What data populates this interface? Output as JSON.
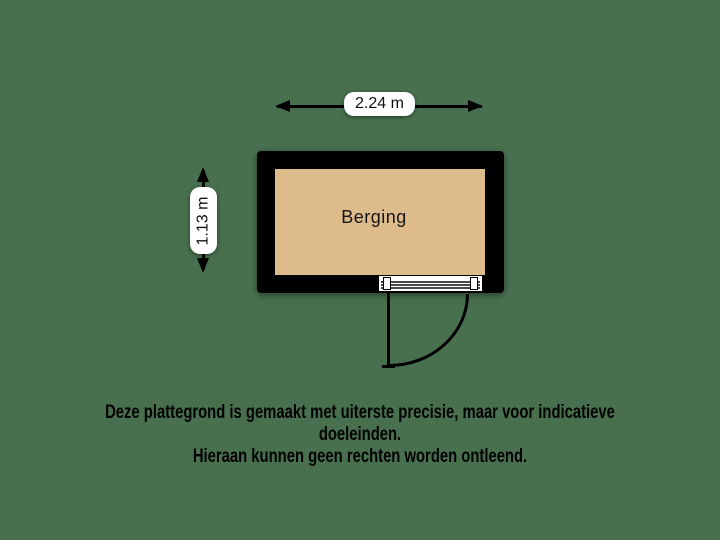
{
  "colors": {
    "background": "#48704E",
    "floor": "#DEBB8B",
    "wall": "#000000",
    "label_background": "#FFFFFF",
    "text": "#111111"
  },
  "floor_plan": {
    "room_label": "Berging",
    "dimensions": {
      "width": "2.24 m",
      "height": "1.13 m"
    }
  },
  "disclaimer": {
    "line1": "Deze plattegrond is gemaakt met uiterste precisie, maar voor indicatieve doeleinden.",
    "line2": "Hieraan kunnen geen rechten worden ontleend."
  }
}
